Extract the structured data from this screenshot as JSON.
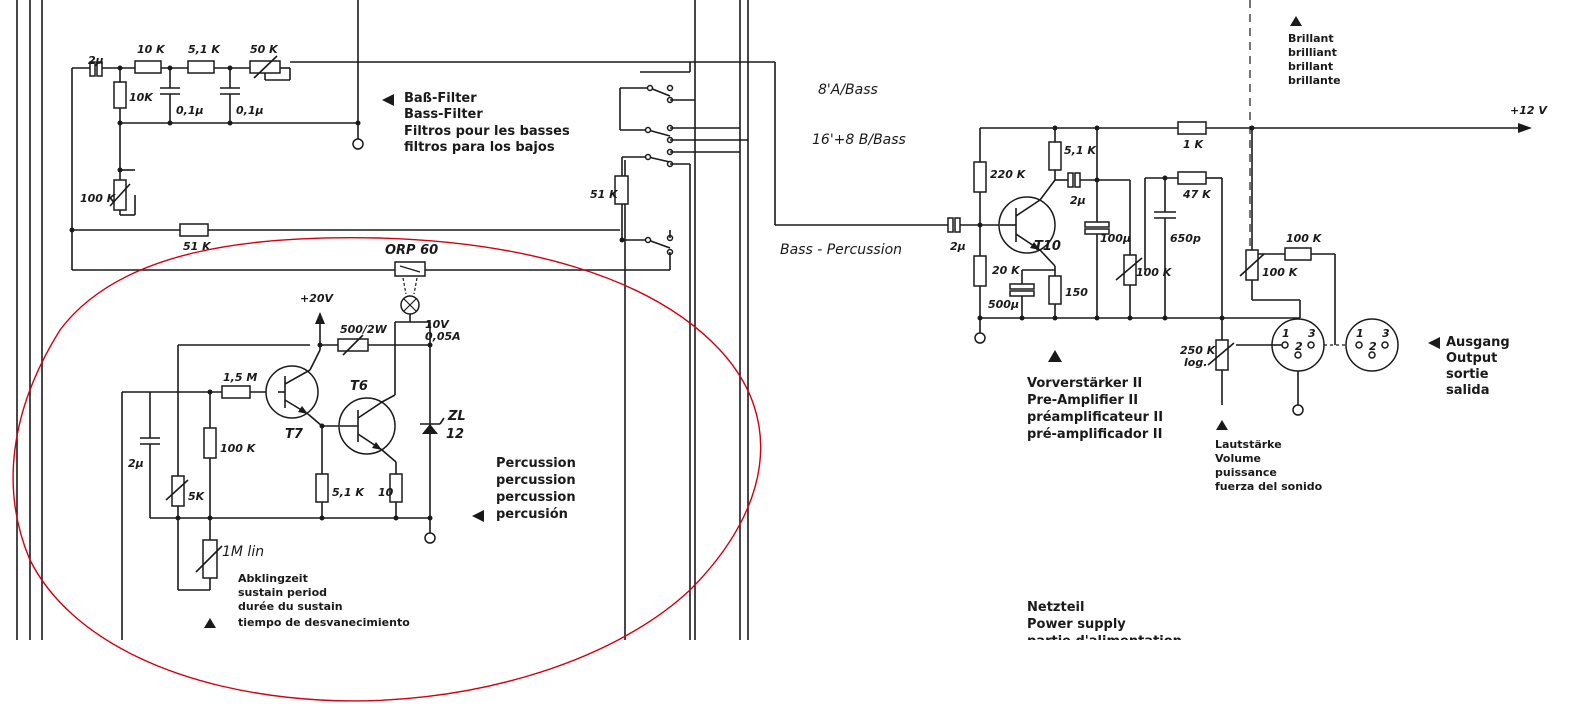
{
  "colors": {
    "ink": "#1a1a1a",
    "annotation": "#d4000f",
    "paper": "#ffffff"
  },
  "components": {
    "c_2u_a": "2µ",
    "r_10k_a": "10 K",
    "r_10k_b": "10K",
    "c_01_a": "0,1µ",
    "r_51k_a": "5,1 K",
    "c_01_b": "0,1µ",
    "p_50k": "50 K",
    "p_100k_a": "100 K",
    "r_51k_mid": "51 K",
    "r_51k_side": "51 K",
    "orp60": "ORP 60",
    "supply_20v": "+20V",
    "r_500": "500/2W",
    "lamp": "10V",
    "lamp_current": "0,05A",
    "r_15m": "1,5 M",
    "t7": "T7",
    "t6": "T6",
    "zl12_a": "ZL",
    "zl12_b": "12",
    "r_100k_perc": "100 K",
    "c_2u_b": "2µ",
    "p_5k": "5K",
    "r_51k_perc": "5,1 K",
    "r_10_perc": "10",
    "p_1m": "1M lin",
    "r_220k": "220 K",
    "r_51k_pre": "5,1 K",
    "c_2u_pre": "2µ",
    "c_2u_in": "2µ",
    "t10": "T10",
    "c_100u": "100µ",
    "r_20k": "20 K",
    "c_500u": "500µ",
    "r_150": "150",
    "r_1k": "1 K",
    "r_47k": "47 K",
    "c_650p": "650p",
    "p_100k_pre": "100 K",
    "r_100k_out": "100 K",
    "p_100k_out": "100 K",
    "p_250k": "250 K",
    "p_250k_log": "log.",
    "supply_12v": "+12 V",
    "din1_1": "1",
    "din1_3": "3",
    "din1_2": "2",
    "din2_1": "1",
    "din2_3": "3",
    "din2_2": "2"
  },
  "routing": {
    "bass_a": "8'A/Bass",
    "bass_b": "16'+8 B/Bass",
    "bass_perc": "Bass - Percussion"
  },
  "blocks": {
    "bass_filter": [
      "Baß-Filter",
      "Bass-Filter",
      "Filtros pour les basses",
      "filtros para los bajos"
    ],
    "percussion": [
      "Percussion",
      "percussion",
      "percussion",
      "percusión"
    ],
    "decay": [
      "Abklingzeit",
      "sustain period",
      "durée du sustain",
      "tiempo de desvanecimiento"
    ],
    "preamp": [
      "Vorverstärker II",
      "Pre-Amplifier II",
      "préamplificateur II",
      "pré-amplificador II"
    ],
    "brilliant": [
      "Brillant",
      "brilliant",
      "brillant",
      "brillante"
    ],
    "volume": [
      "Lautstärke",
      "Volume",
      "puissance",
      "fuerza del sonido"
    ],
    "output": [
      "Ausgang",
      "Output",
      "sortie",
      "salida"
    ],
    "power": [
      "Netzteil",
      "Power supply",
      "partie d'alimentation"
    ]
  }
}
